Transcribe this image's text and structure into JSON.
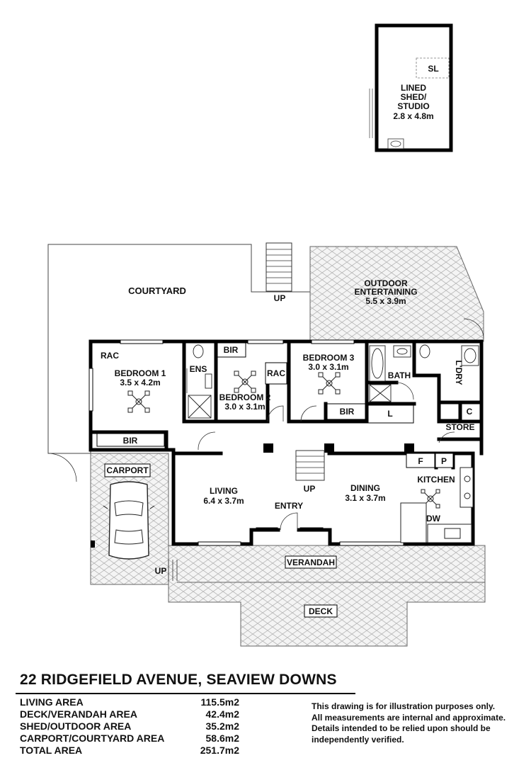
{
  "shed": {
    "sl": "SL",
    "line1": "LINED",
    "line2": "SHED/",
    "line3": "STUDIO",
    "size": "2.8 x 4.8m"
  },
  "labels": {
    "courtyard": "COURTYARD",
    "up_top": "UP",
    "outdoor_1": "OUTDOOR",
    "outdoor_2": "ENTERTAINING",
    "outdoor_size": "5.5 x 3.9m",
    "rac1": "RAC",
    "bedroom1": "BEDROOM 1",
    "bedroom1_size": "3.5 x 4.2m",
    "ens": "ENS",
    "bir_b2": "BIR",
    "rac2": "RAC",
    "bedroom2": "BEDROOM 2",
    "bedroom2_size": "3.0 x 3.1m",
    "bedroom3": "BEDROOM 3",
    "bedroom3_size": "3.0 x 3.1m",
    "bath": "BATH",
    "bir_b3": "BIR",
    "linen": "L",
    "laundry": "L'DRY",
    "cupboard_c": "C",
    "store": "STORE",
    "bir_b1": "BIR",
    "carport": "CARPORT",
    "fridge": "F",
    "pantry": "P",
    "kitchen": "KITCHEN",
    "living": "LIVING",
    "living_size": "6.4 x 3.7m",
    "up_entry": "UP",
    "dining": "DINING",
    "dining_size": "3.1 x 3.7m",
    "entry": "ENTRY",
    "dw": "DW",
    "up_carport": "UP",
    "verandah": "VERANDAH",
    "deck": "DECK"
  },
  "footer": {
    "address": "22 RIDGEFIELD AVENUE, SEAVIEW DOWNS",
    "areas": [
      {
        "name": "LIVING AREA",
        "value": "115.5m2"
      },
      {
        "name": "DECK/VERANDAH AREA",
        "value": "42.4m2"
      },
      {
        "name": "SHED/OUTDOOR AREA",
        "value": "35.2m2"
      },
      {
        "name": "CARPORT/COURTYARD AREA",
        "value": "58.6m2"
      },
      {
        "name": "TOTAL AREA",
        "value": "251.7m2"
      }
    ],
    "disclaimer": [
      "This drawing is for illustration purposes only.",
      "All measurements are internal and approximate.",
      "Details intended to be relied upon should be",
      "independently verified."
    ]
  }
}
